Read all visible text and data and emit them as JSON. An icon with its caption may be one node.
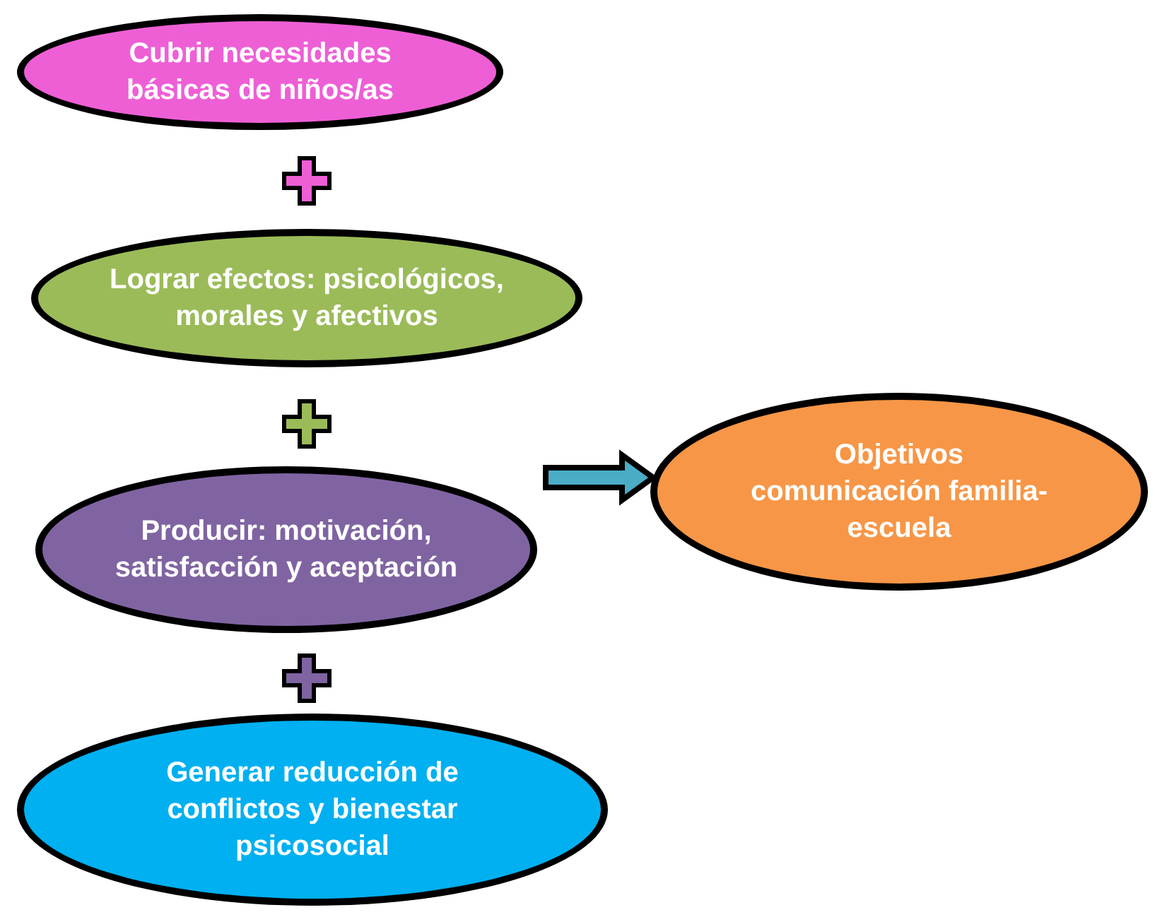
{
  "diagram": {
    "nodes": [
      {
        "text": [
          "Cubrir necesidades básicas de niños/as"
        ]
      },
      {
        "text": [
          "Lograr efectos: psicológicos, morales y afectivos"
        ]
      },
      {
        "text": [
          "Producir: motivación, satisfacción y aceptación"
        ]
      },
      {
        "text": [
          "Generar reducción de conflictos y bienestar psicosocial"
        ]
      },
      {
        "text": [
          "Objetivos comunicación familia-escuela"
        ]
      }
    ],
    "edges": [
      {
        "from": 2,
        "to": 4,
        "arrow": "to"
      }
    ]
  }
}
